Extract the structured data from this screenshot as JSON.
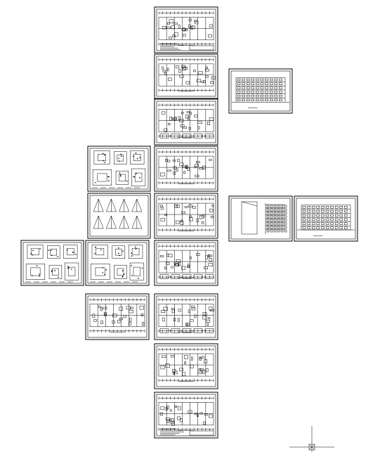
{
  "drawing": {
    "background": "#ffffff",
    "ink": "#000000",
    "sheets": [
      {
        "id": "sheet-1",
        "kind": "plan-with-notes"
      },
      {
        "id": "sheet-2",
        "kind": "floor-plan"
      },
      {
        "id": "sheet-3",
        "kind": "floor-plan-detail"
      },
      {
        "id": "sheet-4",
        "kind": "elevation"
      },
      {
        "id": "sheet-5",
        "kind": "foundation-detail"
      },
      {
        "id": "sheet-6",
        "kind": "floor-plan"
      },
      {
        "id": "sheet-7",
        "kind": "structural-detail"
      },
      {
        "id": "sheet-8",
        "kind": "floor-plan"
      },
      {
        "id": "sheet-9",
        "kind": "section"
      },
      {
        "id": "sheet-10",
        "kind": "elevation"
      },
      {
        "id": "sheet-11",
        "kind": "detail-sheet"
      },
      {
        "id": "sheet-12",
        "kind": "detail-sheet"
      },
      {
        "id": "sheet-13",
        "kind": "floor-plan-details"
      },
      {
        "id": "sheet-14",
        "kind": "floor-plan"
      },
      {
        "id": "sheet-15",
        "kind": "floor-plan-details"
      },
      {
        "id": "sheet-16",
        "kind": "floor-plan"
      },
      {
        "id": "sheet-17",
        "kind": "floor-plan-with-notes"
      }
    ],
    "ucs_icon": "crosshair-icon"
  }
}
